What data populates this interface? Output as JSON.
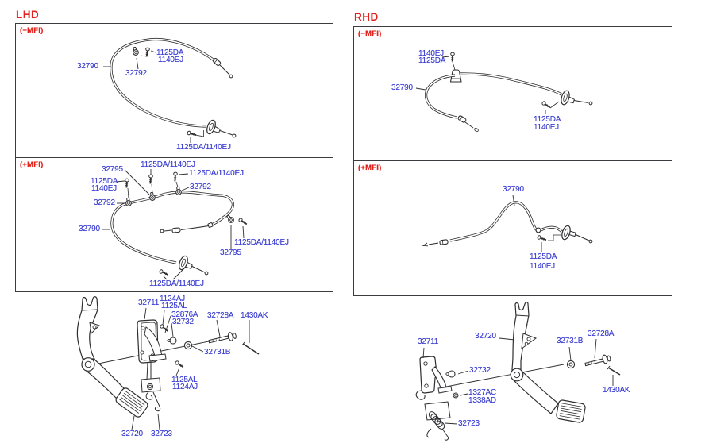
{
  "headings": {
    "lhd": "LHD",
    "rhd": "RHD"
  },
  "panels": {
    "lhd_minus_mfi": {
      "tag": "(−MFI)"
    },
    "lhd_plus_mfi": {
      "tag": "(+MFI)"
    },
    "rhd_minus_mfi": {
      "tag": "(−MFI)"
    },
    "rhd_plus_mfi": {
      "tag": "(+MFI)"
    }
  },
  "colors": {
    "label_blue": "#3a3ecf",
    "heading_red": "#e2231d",
    "line_dark": "#2e2e31",
    "background": "#ffffff"
  },
  "part_labels": {
    "lhd_minus": {
      "cable": "32790",
      "clip": "32792",
      "clip_bolt_line1": "1125DA",
      "clip_bolt_line2": "1140EJ",
      "grommet_bolt": "1125DA/1140EJ"
    },
    "lhd_plus": {
      "clamp_top": "32795",
      "clamp_top_bolt": "1125DA/1140EJ",
      "clip_right_bolt": "1125DA/1140EJ",
      "clip_left_bolt_line1": "1125DA",
      "clip_left_bolt_line2": "1140EJ",
      "clip_right": "32792",
      "clip_left": "32792",
      "cable": "32790",
      "clamp_right_bolt": "1125DA/1140EJ",
      "clamp_right": "32795",
      "grommet_bolt": "1125DA/1140EJ"
    },
    "rhd_minus": {
      "clamp_bolt_line1": "1140EJ",
      "clamp_bolt_line2": "1125DA",
      "cable": "32790",
      "grommet_bolt_line1": "1125DA",
      "grommet_bolt_line2": "1140EJ"
    },
    "rhd_plus": {
      "cable": "32790",
      "grommet_bolt_line1": "1125DA",
      "grommet_bolt_line2": "1140EJ"
    },
    "lhd_pedal": {
      "bracket": "32711",
      "bolt_upper_line1": "1124AJ",
      "bolt_upper_line2": "1125AL",
      "lever": "32876A",
      "ball": "32732",
      "pivot_bolt": "32728A",
      "pin": "1430AK",
      "washer": "32731B",
      "bolt_lower_line1": "1125AL",
      "bolt_lower_line2": "1124AJ",
      "pedal_arm": "32720",
      "spring": "32723"
    },
    "rhd_pedal": {
      "bracket": "32711",
      "pedal_arm": "32720",
      "ball": "32732",
      "washer": "32731B",
      "pivot_bolt": "32728A",
      "nut_line1": "1327AC",
      "nut_line2": "1338AD",
      "pin": "1430AK",
      "spring": "32723"
    }
  }
}
